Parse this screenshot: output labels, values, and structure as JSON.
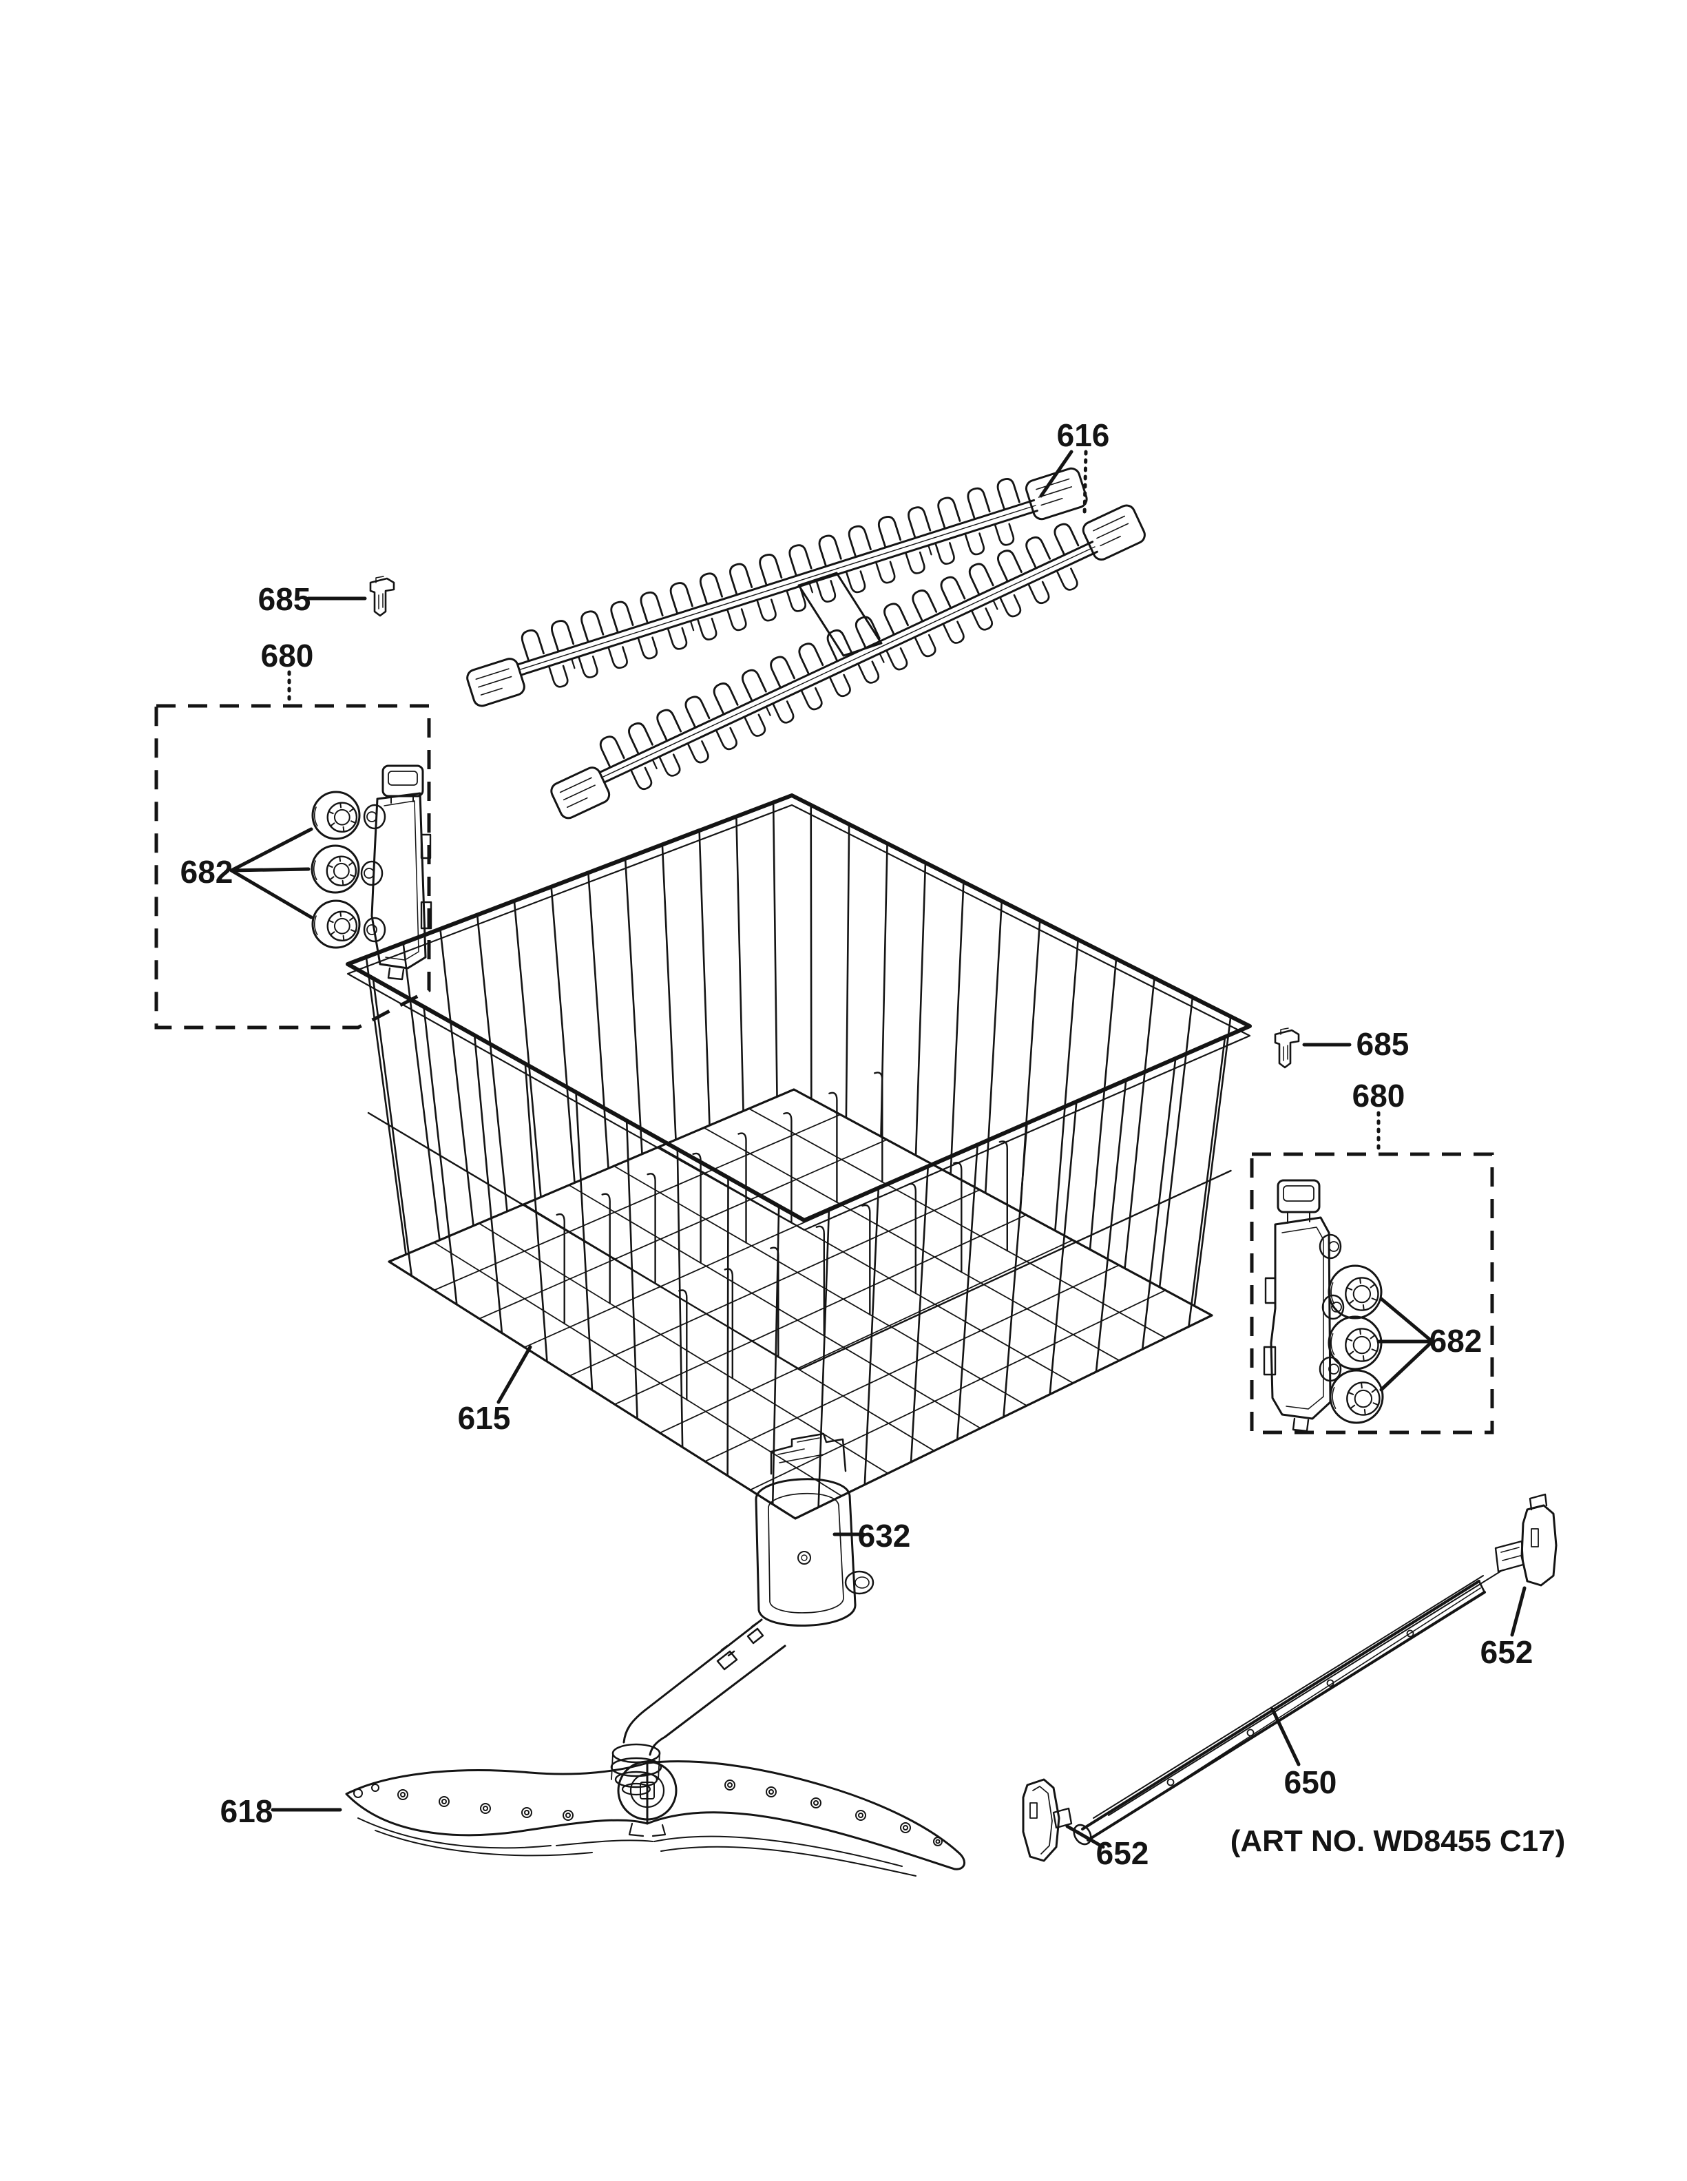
{
  "diagram": {
    "art_no": "(ART NO. WD8455 C17)",
    "background": "#ffffff",
    "line_color": "#141414",
    "callouts": {
      "c616": "616",
      "c685_left": "685",
      "c680_left": "680",
      "c682_left": "682",
      "c615": "615",
      "c685_right": "685",
      "c680_right": "680",
      "c682_right": "682",
      "c632": "632",
      "c618": "618",
      "c650": "650",
      "c652_top": "652",
      "c652_bottom": "652"
    }
  }
}
